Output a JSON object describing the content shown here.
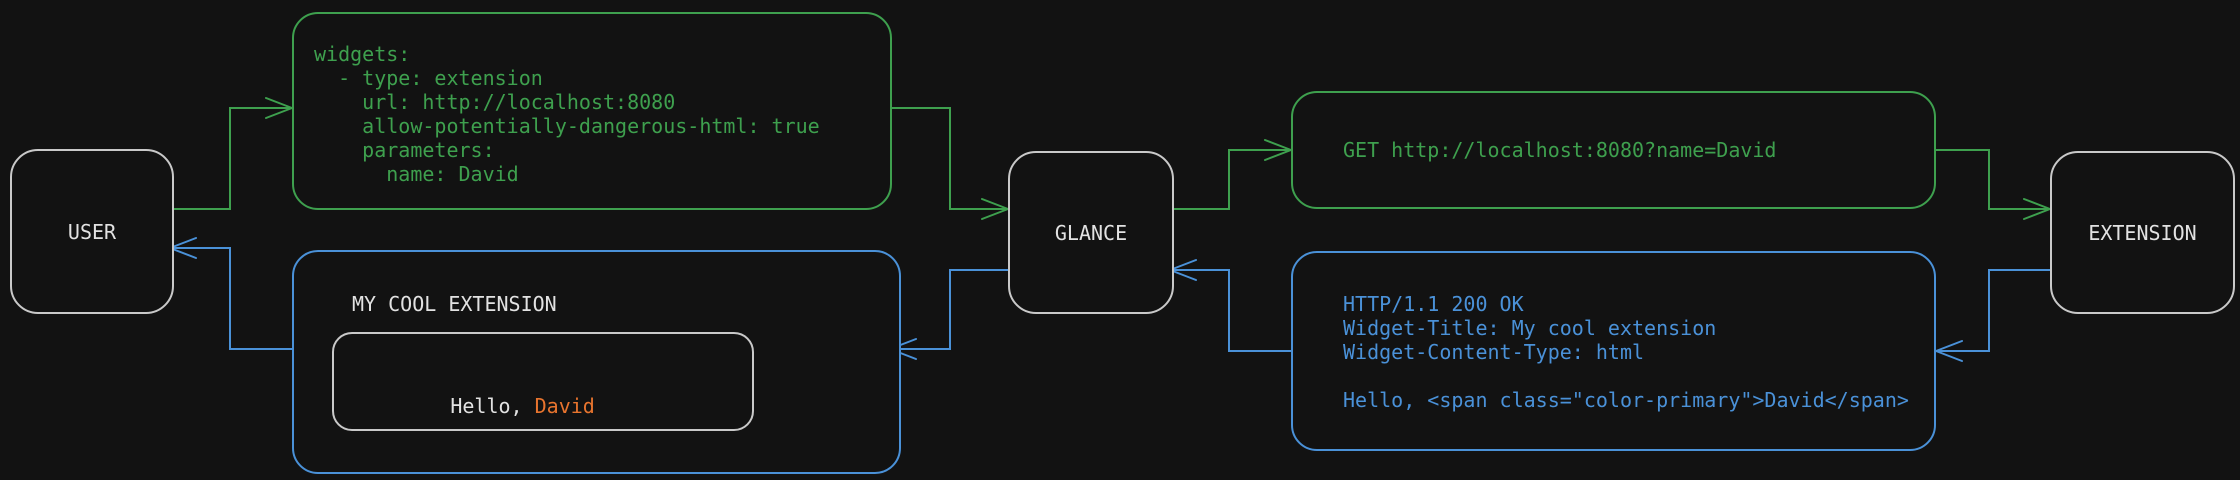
{
  "colors": {
    "background": "#121212",
    "request_green": "#3ea04e",
    "response_blue": "#4a91d8",
    "accent_orange": "#e8742e",
    "node_border": "#c9c9c9",
    "text_light": "#e2e2e2"
  },
  "nodes": {
    "user": {
      "label": "USER"
    },
    "glance": {
      "label": "GLANCE"
    },
    "extension": {
      "label": "EXTENSION"
    }
  },
  "config_box": {
    "lines": [
      "widgets:",
      "  - type: extension",
      "    url: http://localhost:8080",
      "    allow-potentially-dangerous-html: true",
      "    parameters:",
      "      name: David"
    ]
  },
  "request_box": {
    "text": "GET http://localhost:8080?name=David"
  },
  "response_box": {
    "lines": [
      "HTTP/1.1 200 OK",
      "Widget-Title: My cool extension",
      "Widget-Content-Type: html",
      "",
      "Hello, <span class=\"color-primary\">David</span>"
    ]
  },
  "widget_box": {
    "title": "MY COOL EXTENSION",
    "greeting_prefix": "Hello, ",
    "greeting_name": "David"
  }
}
